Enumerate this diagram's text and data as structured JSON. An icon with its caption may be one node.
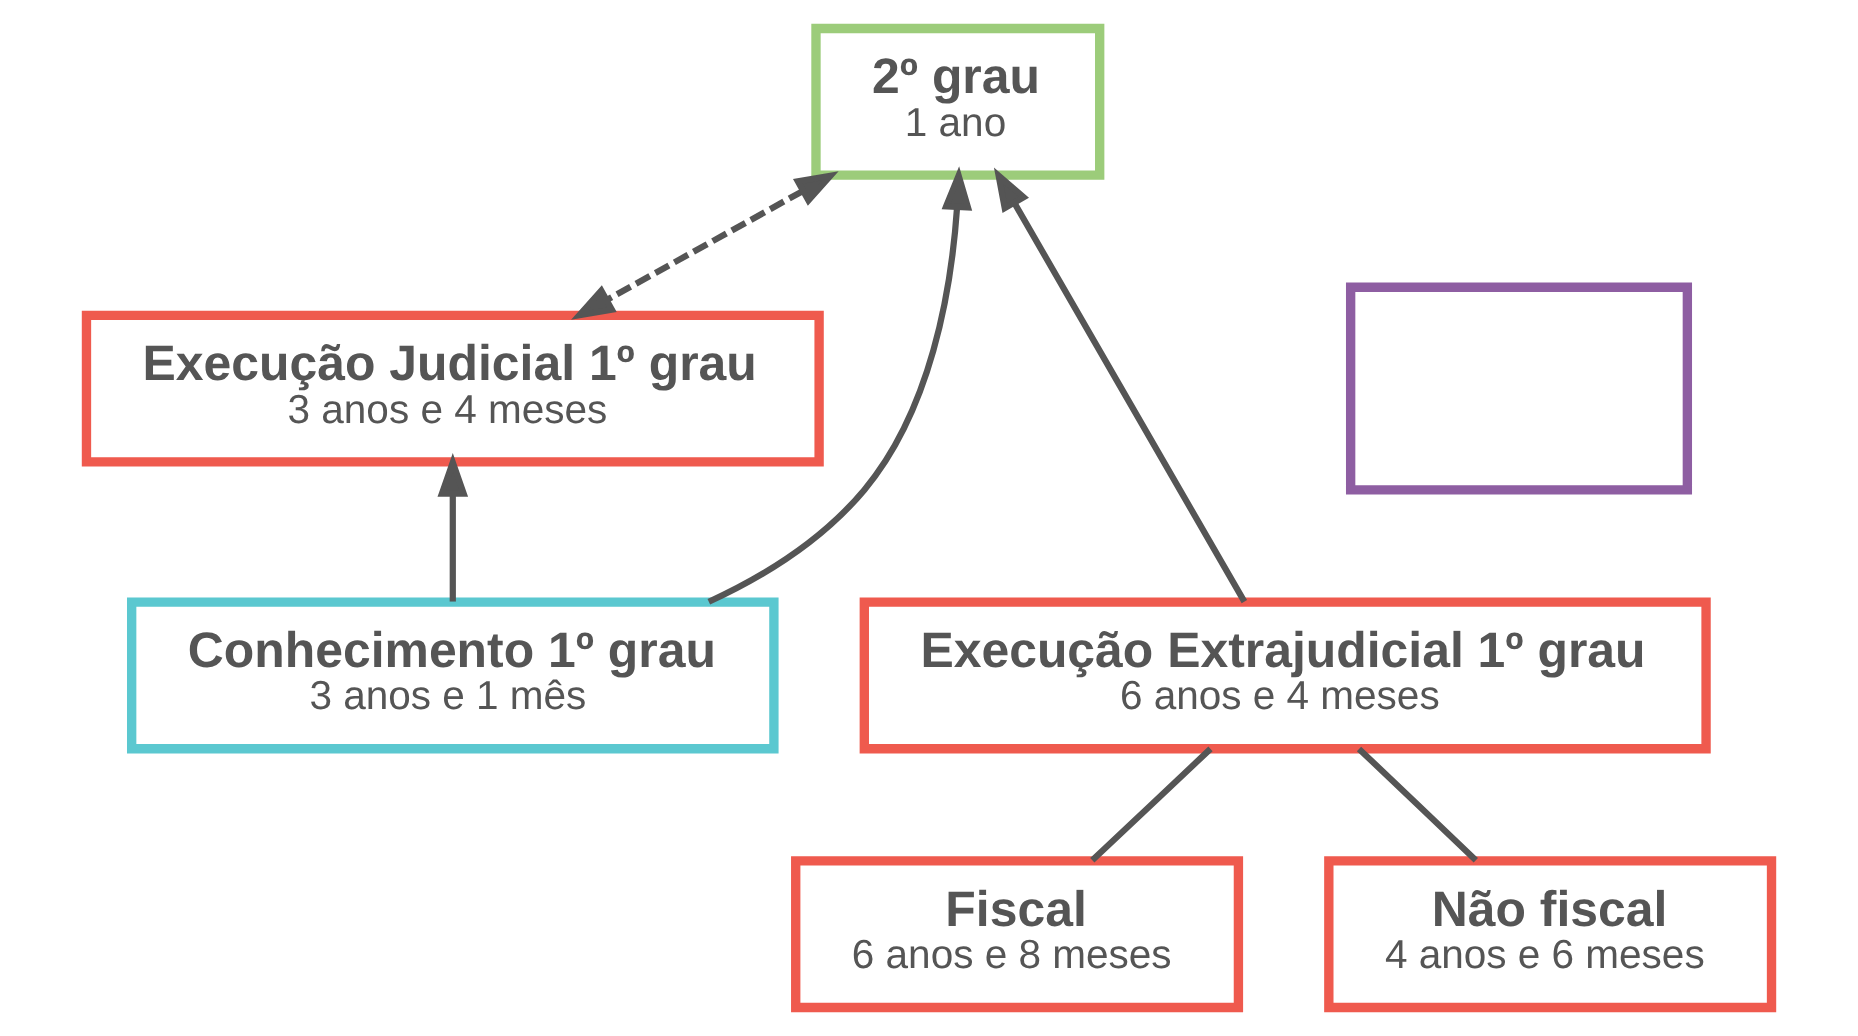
{
  "diagram": {
    "nodes": [
      {
        "text": [
          "2º grau",
          "1 ano"
        ]
      },
      {
        "text": [
          "Execução Judicial 1º grau",
          "3 anos e 4 meses"
        ]
      },
      {
        "text": [],
        "shape": "box"
      },
      {
        "text": [
          "Conhecimento 1º grau",
          "3 anos e 1 mês"
        ]
      },
      {
        "text": [
          "Execução Extrajudicial 1º grau",
          "6 anos e 4 meses"
        ]
      },
      {
        "text": [
          "Fiscal",
          "6 anos e 8 meses"
        ]
      },
      {
        "text": [
          "Não fiscal",
          "4 anos e 6 meses"
        ]
      }
    ],
    "edges": [
      {
        "from": 1,
        "to": 0,
        "arrow": "both",
        "style": "dashed"
      },
      {
        "from": 3,
        "to": 0,
        "arrow": "to"
      },
      {
        "from": 4,
        "to": 0,
        "arrow": "to"
      },
      {
        "from": 3,
        "to": 1,
        "arrow": "to"
      },
      {
        "from": 4,
        "to": 5,
        "arrow": "none"
      },
      {
        "from": 4,
        "to": 6,
        "arrow": "none"
      }
    ]
  }
}
